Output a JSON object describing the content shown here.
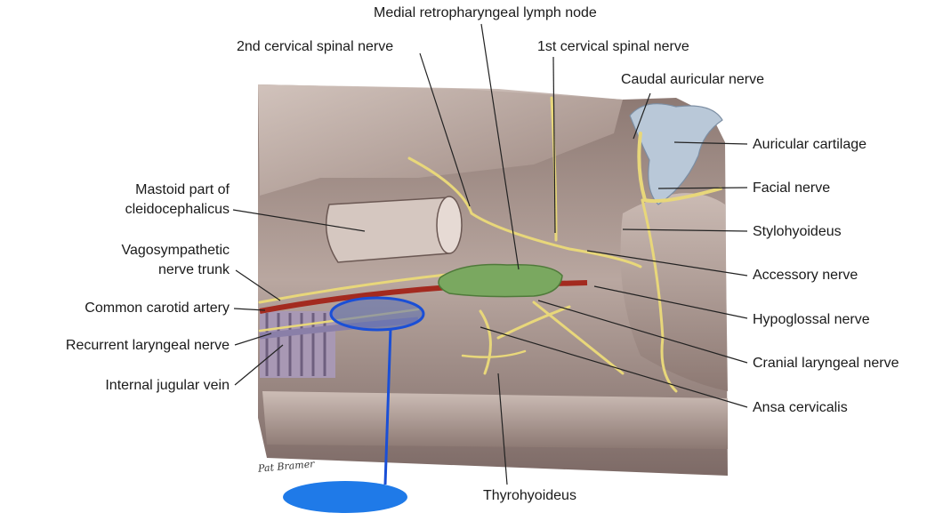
{
  "diagram": {
    "labels": {
      "medial_retropharyngeal_lymph_node": "Medial retropharyngeal lymph node",
      "second_cervical_spinal_nerve": "2nd cervical spinal nerve",
      "first_cervical_spinal_nerve": "1st cervical spinal nerve",
      "caudal_auricular_nerve": "Caudal auricular nerve",
      "auricular_cartilage": "Auricular cartilage",
      "facial_nerve": "Facial nerve",
      "stylohyoideus": "Stylohyoideus",
      "accessory_nerve": "Accessory nerve",
      "hypoglossal_nerve": "Hypoglossal nerve",
      "cranial_laryngeal_nerve": "Cranial laryngeal nerve",
      "ansa_cervicalis": "Ansa cervicalis",
      "thyrohyoideus": "Thyrohyoideus",
      "mastoid_line1": "Mastoid part of",
      "mastoid_line2": "cleidocephalicus",
      "vagosympathetic_line1": "Vagosympathetic",
      "vagosympathetic_line2": "nerve trunk",
      "common_carotid_artery": "Common carotid artery",
      "recurrent_laryngeal_nerve": "Recurrent laryngeal nerve",
      "internal_jugular_vein": "Internal jugular vein"
    },
    "signature": "Pat Bramer",
    "colors": {
      "nerve": "#e8d77a",
      "lymph_node": "#7aa860",
      "artery": "#a32a1f",
      "vein": "#8a7fa8",
      "cartilage": "#b9c8d8",
      "muscle": "#b8a39c",
      "highlight": "#1a4fd6",
      "blob": "#1f7ae8"
    }
  }
}
